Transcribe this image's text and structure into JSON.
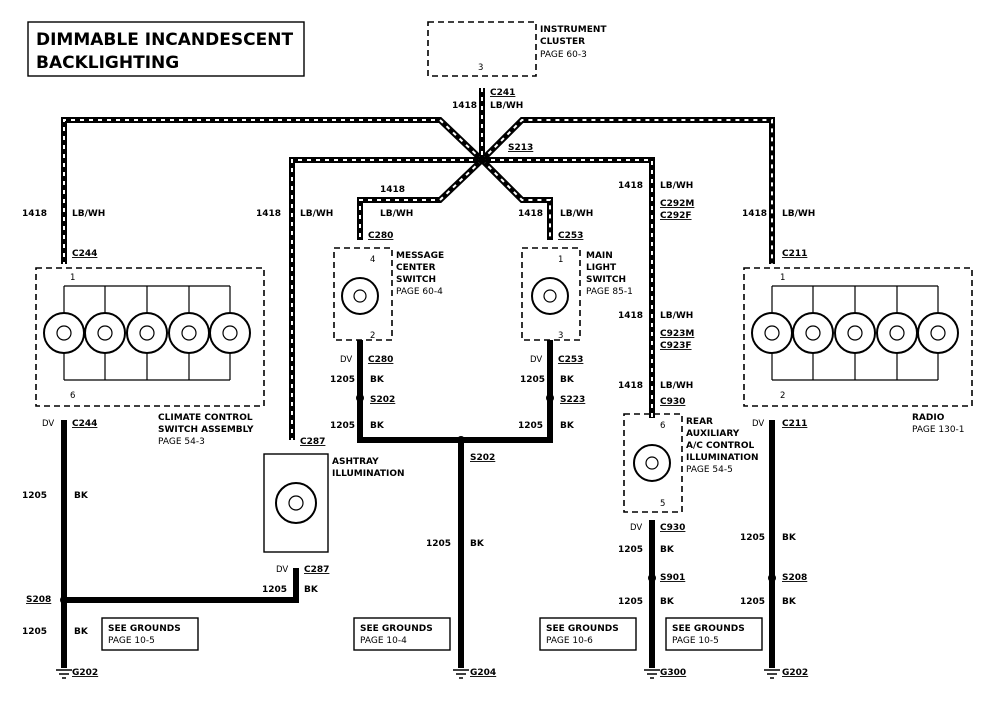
{
  "title": {
    "line1": "DIMMABLE INCANDESCENT",
    "line2": "BACKLIGHTING"
  },
  "instrument_cluster": {
    "line1": "INSTRUMENT",
    "line2": "CLUSTER",
    "page": "PAGE 60-3",
    "pin": "3"
  },
  "connectors": {
    "c241": "C241",
    "s213": "S213",
    "c244a": "C244",
    "c244b": "C244",
    "c280a": "C280",
    "c280b": "C280",
    "c253a": "C253",
    "c253b": "C253",
    "c292m": "C292M",
    "c292f": "C292F",
    "c923m": "C923M",
    "c923f": "C923F",
    "c930a": "C930",
    "c930b": "C930",
    "c211a": "C211",
    "c211b": "C211",
    "c287a": "C287",
    "c287b": "C287",
    "s202a": "S202",
    "s223": "S223",
    "s202b": "S202",
    "s208a": "S208",
    "s901": "S901",
    "s208b": "S208",
    "g202a": "G202",
    "g204": "G204",
    "g300": "G300",
    "g202b": "G202"
  },
  "wires": {
    "w1418": "1418",
    "lbwh": "LB/WH",
    "w1205": "1205",
    "bk": "BK"
  },
  "pins": {
    "p1": "1",
    "p6": "6",
    "p4": "4",
    "p2": "2",
    "p3": "3",
    "p5": "5"
  },
  "components": {
    "climate": {
      "line1": "CLIMATE CONTROL",
      "line2": "SWITCH ASSEMBLY",
      "page": "PAGE 54-3"
    },
    "message_center": {
      "line1": "MESSAGE",
      "line2": "CENTER",
      "line3": "SWITCH",
      "page": "PAGE 60-4"
    },
    "main_light": {
      "line1": "MAIN",
      "line2": "LIGHT",
      "line3": "SWITCH",
      "page": "PAGE 85-1"
    },
    "rear_aux": {
      "line1": "REAR",
      "line2": "AUXILIARY",
      "line3": "A/C CONTROL",
      "line4": "ILLUMINATION",
      "page": "PAGE 54-5"
    },
    "radio": {
      "line1": "RADIO",
      "page": "PAGE 130-1"
    },
    "ashtray": {
      "line1": "ASHTRAY",
      "line2": "ILLUMINATION"
    }
  },
  "grounds": [
    {
      "label": "SEE GROUNDS",
      "page": "PAGE 10-5"
    },
    {
      "label": "SEE GROUNDS",
      "page": "PAGE 10-4"
    },
    {
      "label": "SEE GROUNDS",
      "page": "PAGE 10-6"
    },
    {
      "label": "SEE GROUNDS",
      "page": "PAGE 10-5"
    }
  ],
  "dv": "DV"
}
